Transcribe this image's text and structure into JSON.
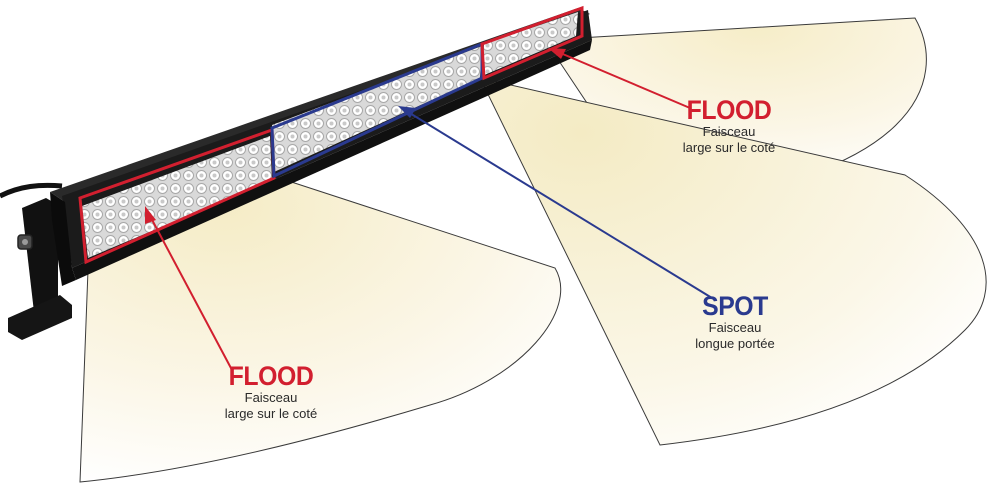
{
  "labels": {
    "flood_right": {
      "title": "FLOOD",
      "line1": "Faisceau",
      "line2": "large sur le coté"
    },
    "spot": {
      "title": "SPOT",
      "line1": "Faisceau",
      "line2": "longue portée"
    },
    "flood_left": {
      "title": "FLOOD",
      "line1": "Faisceau",
      "line2": "large sur le coté"
    }
  },
  "colors": {
    "flood": "#d21f2f",
    "spot": "#2a3a8f",
    "beam": "#fbf6e4",
    "bar_body": "#1b1b1b"
  }
}
